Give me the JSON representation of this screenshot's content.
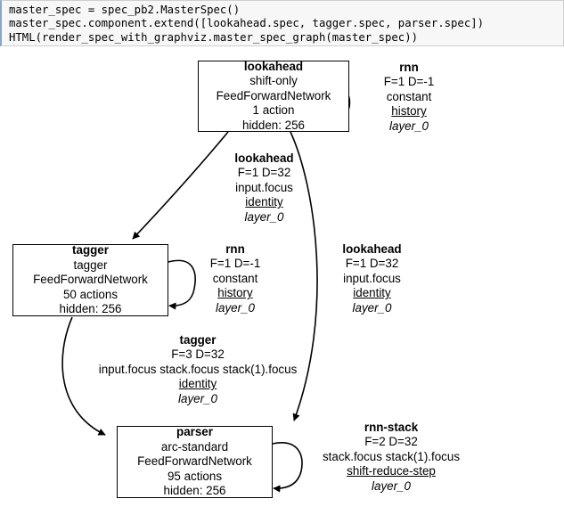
{
  "code_cell": {
    "name": "python-code-input",
    "lines": [
      "master_spec = spec_pb2.MasterSpec()",
      "master_spec.component.extend([lookahead.spec, tagger.spec, parser.spec])",
      "HTML(render_spec_with_graphviz.master_spec_graph(master_spec))"
    ]
  },
  "graph": {
    "type": "directed-graph",
    "background": "#ffffff",
    "node_border_color": "#000000",
    "edge_color": "#000000",
    "nodes": [
      {
        "id": "lookahead",
        "title": "lookahead",
        "transition_system": "shift-only",
        "network_unit": "FeedForwardNetwork",
        "actions": "1 action",
        "hidden": "hidden: 256"
      },
      {
        "id": "tagger",
        "title": "tagger",
        "transition_system": "tagger",
        "network_unit": "FeedForwardNetwork",
        "actions": "50 actions",
        "hidden": "hidden: 256"
      },
      {
        "id": "parser",
        "title": "parser",
        "transition_system": "arc-standard",
        "network_unit": "FeedForwardNetwork",
        "actions": "95 actions",
        "hidden": "hidden: 256"
      }
    ],
    "edges": [
      {
        "id": "lookahead-self",
        "source": "lookahead",
        "target": "lookahead",
        "name": "rnn",
        "fd": "F=1 D=-1",
        "features": "constant",
        "translator": "history",
        "layer": "layer_0"
      },
      {
        "id": "lookahead-to-tagger",
        "source": "lookahead",
        "target": "tagger",
        "name": "lookahead",
        "fd": "F=1 D=32",
        "features": "input.focus",
        "translator": "identity",
        "layer": "layer_0"
      },
      {
        "id": "lookahead-to-parser",
        "source": "lookahead",
        "target": "parser",
        "name": "lookahead",
        "fd": "F=1 D=32",
        "features": "input.focus",
        "translator": "identity",
        "layer": "layer_0"
      },
      {
        "id": "tagger-self",
        "source": "tagger",
        "target": "tagger",
        "name": "rnn",
        "fd": "F=1 D=-1",
        "features": "constant",
        "translator": "history",
        "layer": "layer_0"
      },
      {
        "id": "tagger-to-parser",
        "source": "tagger",
        "target": "parser",
        "name": "tagger",
        "fd": "F=3 D=32",
        "features": "input.focus stack.focus stack(1).focus",
        "translator": "identity",
        "layer": "layer_0"
      },
      {
        "id": "parser-self",
        "source": "parser",
        "target": "parser",
        "name": "rnn-stack",
        "fd": "F=2 D=32",
        "features": "stack.focus stack(1).focus",
        "translator": "shift-reduce-step",
        "layer": "layer_0"
      }
    ]
  }
}
